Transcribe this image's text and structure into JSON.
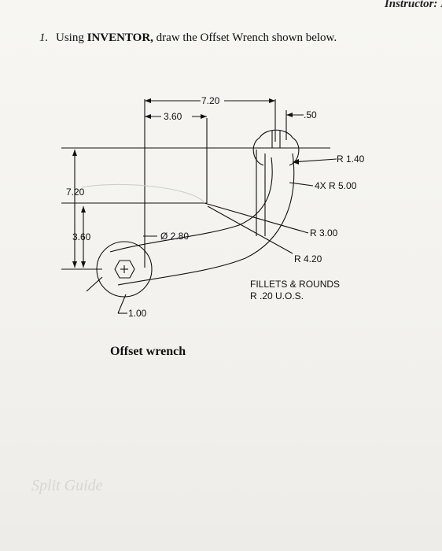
{
  "header": {
    "instructor": "Instructor: I"
  },
  "question": {
    "number": "1.",
    "prefix": "Using",
    "software": "INVENTOR,",
    "suffix": "draw the Offset Wrench shown below."
  },
  "drawing": {
    "dims": {
      "top_width": "7.20",
      "half_width": "3.60",
      "jaw_gap": ".50",
      "total_height": "7.20",
      "lower_height": "3.60",
      "hole_dia": "Ø 2.80",
      "hex": "1.00",
      "r_head": "R 1.40",
      "r_arcs": "4X R 5.00",
      "r_inner": "R 3.00",
      "r_outer": "R 4.20"
    },
    "notes": [
      "FILLETS & ROUNDS",
      "R .20 U.O.S."
    ],
    "caption": "Offset wrench"
  },
  "ghost_text": "Split Guide"
}
